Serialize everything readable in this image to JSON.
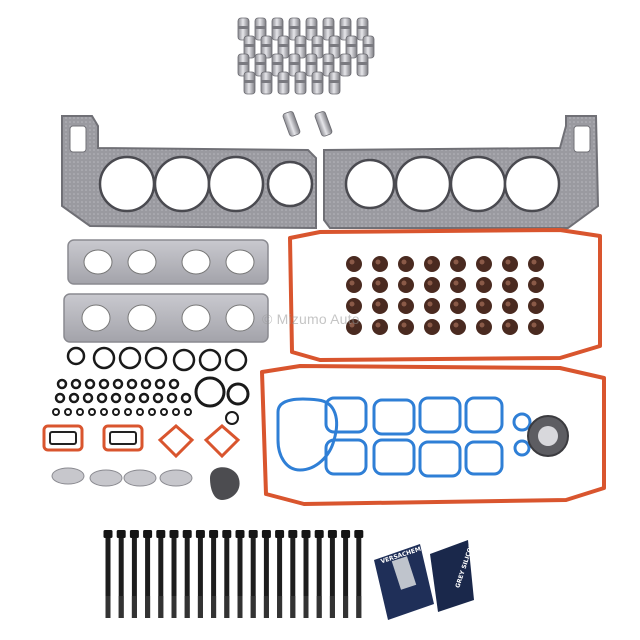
{
  "watermark": "© Mizumo Auto",
  "sealant_brand": "VERSACHEM",
  "sealant_label": "GREY SILICONE",
  "colors": {
    "background": "#ffffff",
    "steel": "#9e9ea3",
    "gasket_graphite": "#6f6f75",
    "orange_gasket": "#d9552e",
    "blue_gasket": "#2f7fd6",
    "black_rubber": "#1a1a1a",
    "valve_seal": "#4a2a20"
  },
  "parts": {
    "lifters": 32,
    "head_bolts": 20,
    "valve_stem_seals": 32
  }
}
